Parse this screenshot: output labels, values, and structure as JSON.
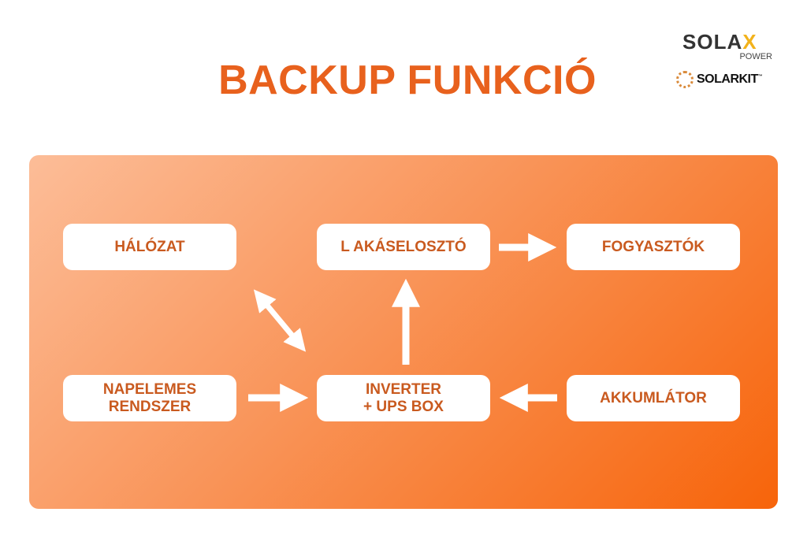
{
  "title": "BACKUP FUNKCIÓ",
  "logos": {
    "solax_a": "SOLA",
    "solax_x": "X",
    "solax_sub": "POWER",
    "solarkit": "SOLARKIT",
    "solarkit_tm": "™"
  },
  "nodes": {
    "grid": "HÁLÓZAT",
    "distribution": "L AKÁSELOSZTÓ",
    "consumers": "FOGYASZTÓK",
    "solar_line1": "NAPELEMES",
    "solar_line2": "RENDSZER",
    "inverter_line1": "INVERTER",
    "inverter_line2": "+ UPS BOX",
    "battery": "AKKUMLÁTOR"
  },
  "colors": {
    "title": "#e8611d",
    "node_text": "#c95a1f",
    "panel_start": "#fcbd98",
    "panel_end": "#f7640a"
  }
}
